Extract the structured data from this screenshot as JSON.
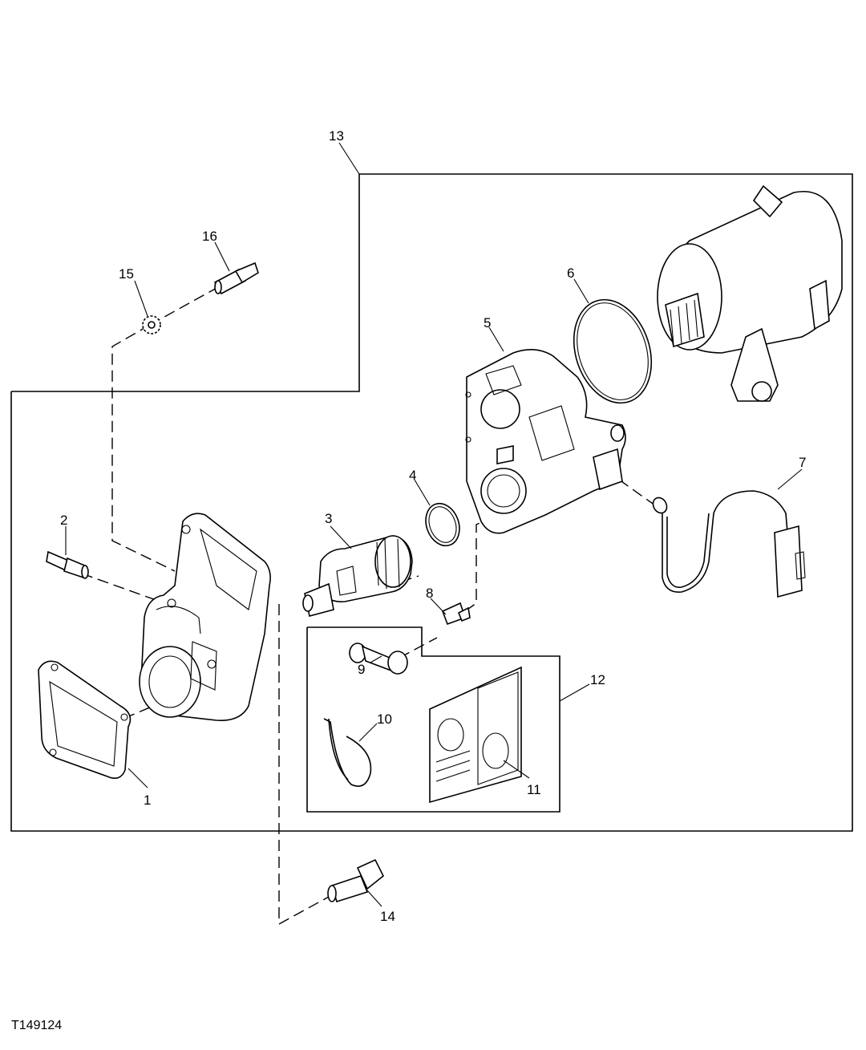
{
  "callouts": {
    "c1": "1",
    "c2": "2",
    "c3": "3",
    "c4": "4",
    "c5": "5",
    "c6": "6",
    "c7": "7",
    "c8": "8",
    "c9": "9",
    "c10": "10",
    "c11": "11",
    "c12": "12",
    "c13": "13",
    "c14": "14",
    "c15": "15",
    "c16": "16"
  },
  "figure_id": "T149124"
}
